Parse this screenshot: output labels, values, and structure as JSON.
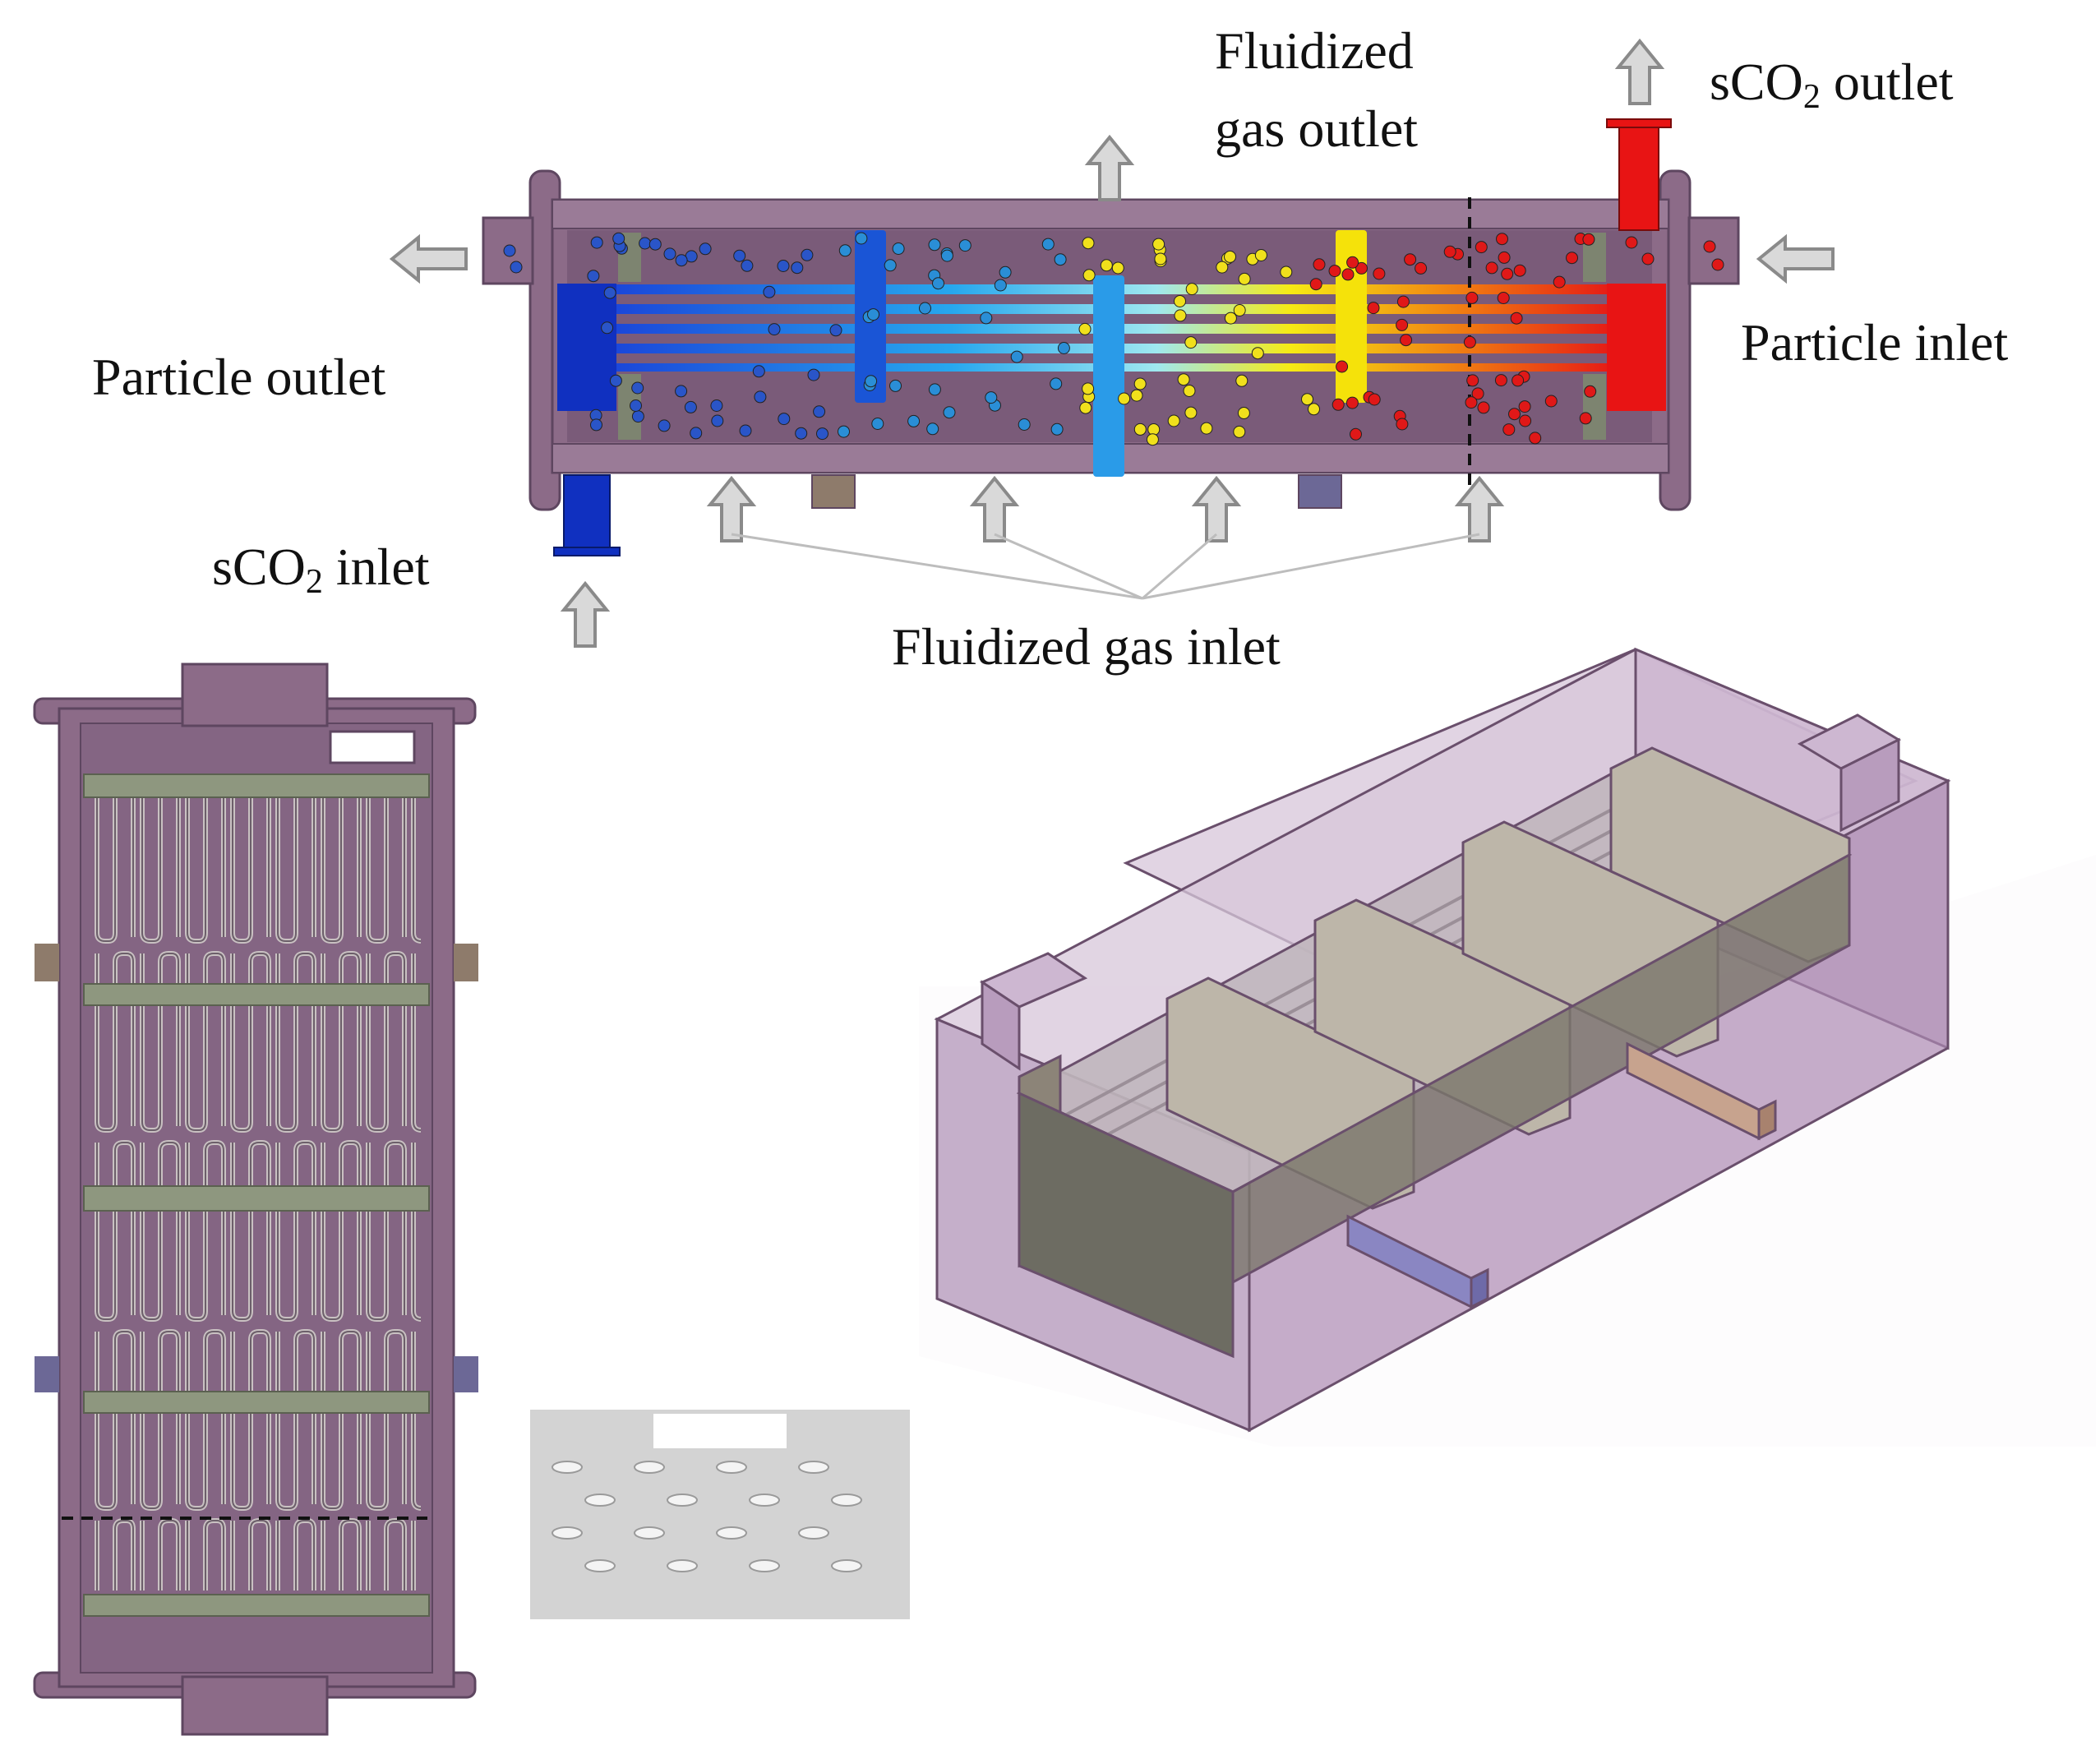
{
  "labels": {
    "fluidized_gas_outlet_line1": "Fluidized",
    "fluidized_gas_outlet_line2": "gas outlet",
    "sco2_outlet_prefix": "sCO",
    "sco2_outlet_sub": "2",
    "sco2_outlet_suffix": " outlet",
    "particle_inlet": "Particle inlet",
    "particle_outlet": "Particle outlet",
    "sco2_inlet_prefix": "sCO",
    "sco2_inlet_sub": "2",
    "sco2_inlet_suffix": " inlet",
    "fluidized_gas_inlet": "Fluidized gas inlet"
  },
  "colors": {
    "shell": "#8c6b88",
    "shell_dark": "#5e4660",
    "baffle": "#7d8470",
    "cold_blue": "#1030c0",
    "mid_blue": "#2a8be0",
    "hot_red": "#e81414",
    "yellow": "#f5e20a",
    "arrow_fill": "#d9d9d9",
    "arrow_stroke": "#8a8a8a"
  },
  "icons": {
    "flow_arrow": "hollow-arrow-icon",
    "particle": "particle-dot-icon"
  }
}
